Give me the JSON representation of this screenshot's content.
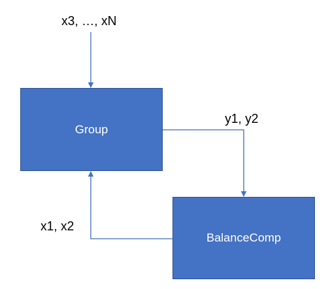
{
  "nodes": {
    "group": "Group",
    "balance_comp": "BalanceComp"
  },
  "edges": {
    "inputs_to_group": "x3, …, xN",
    "group_to_balance": "y1, y2",
    "balance_to_group": "x1, x2"
  },
  "colors": {
    "node_fill": "#4472c4",
    "node_border": "#2f5597",
    "node_text": "#ffffff",
    "edge_line": "#4472c4"
  }
}
